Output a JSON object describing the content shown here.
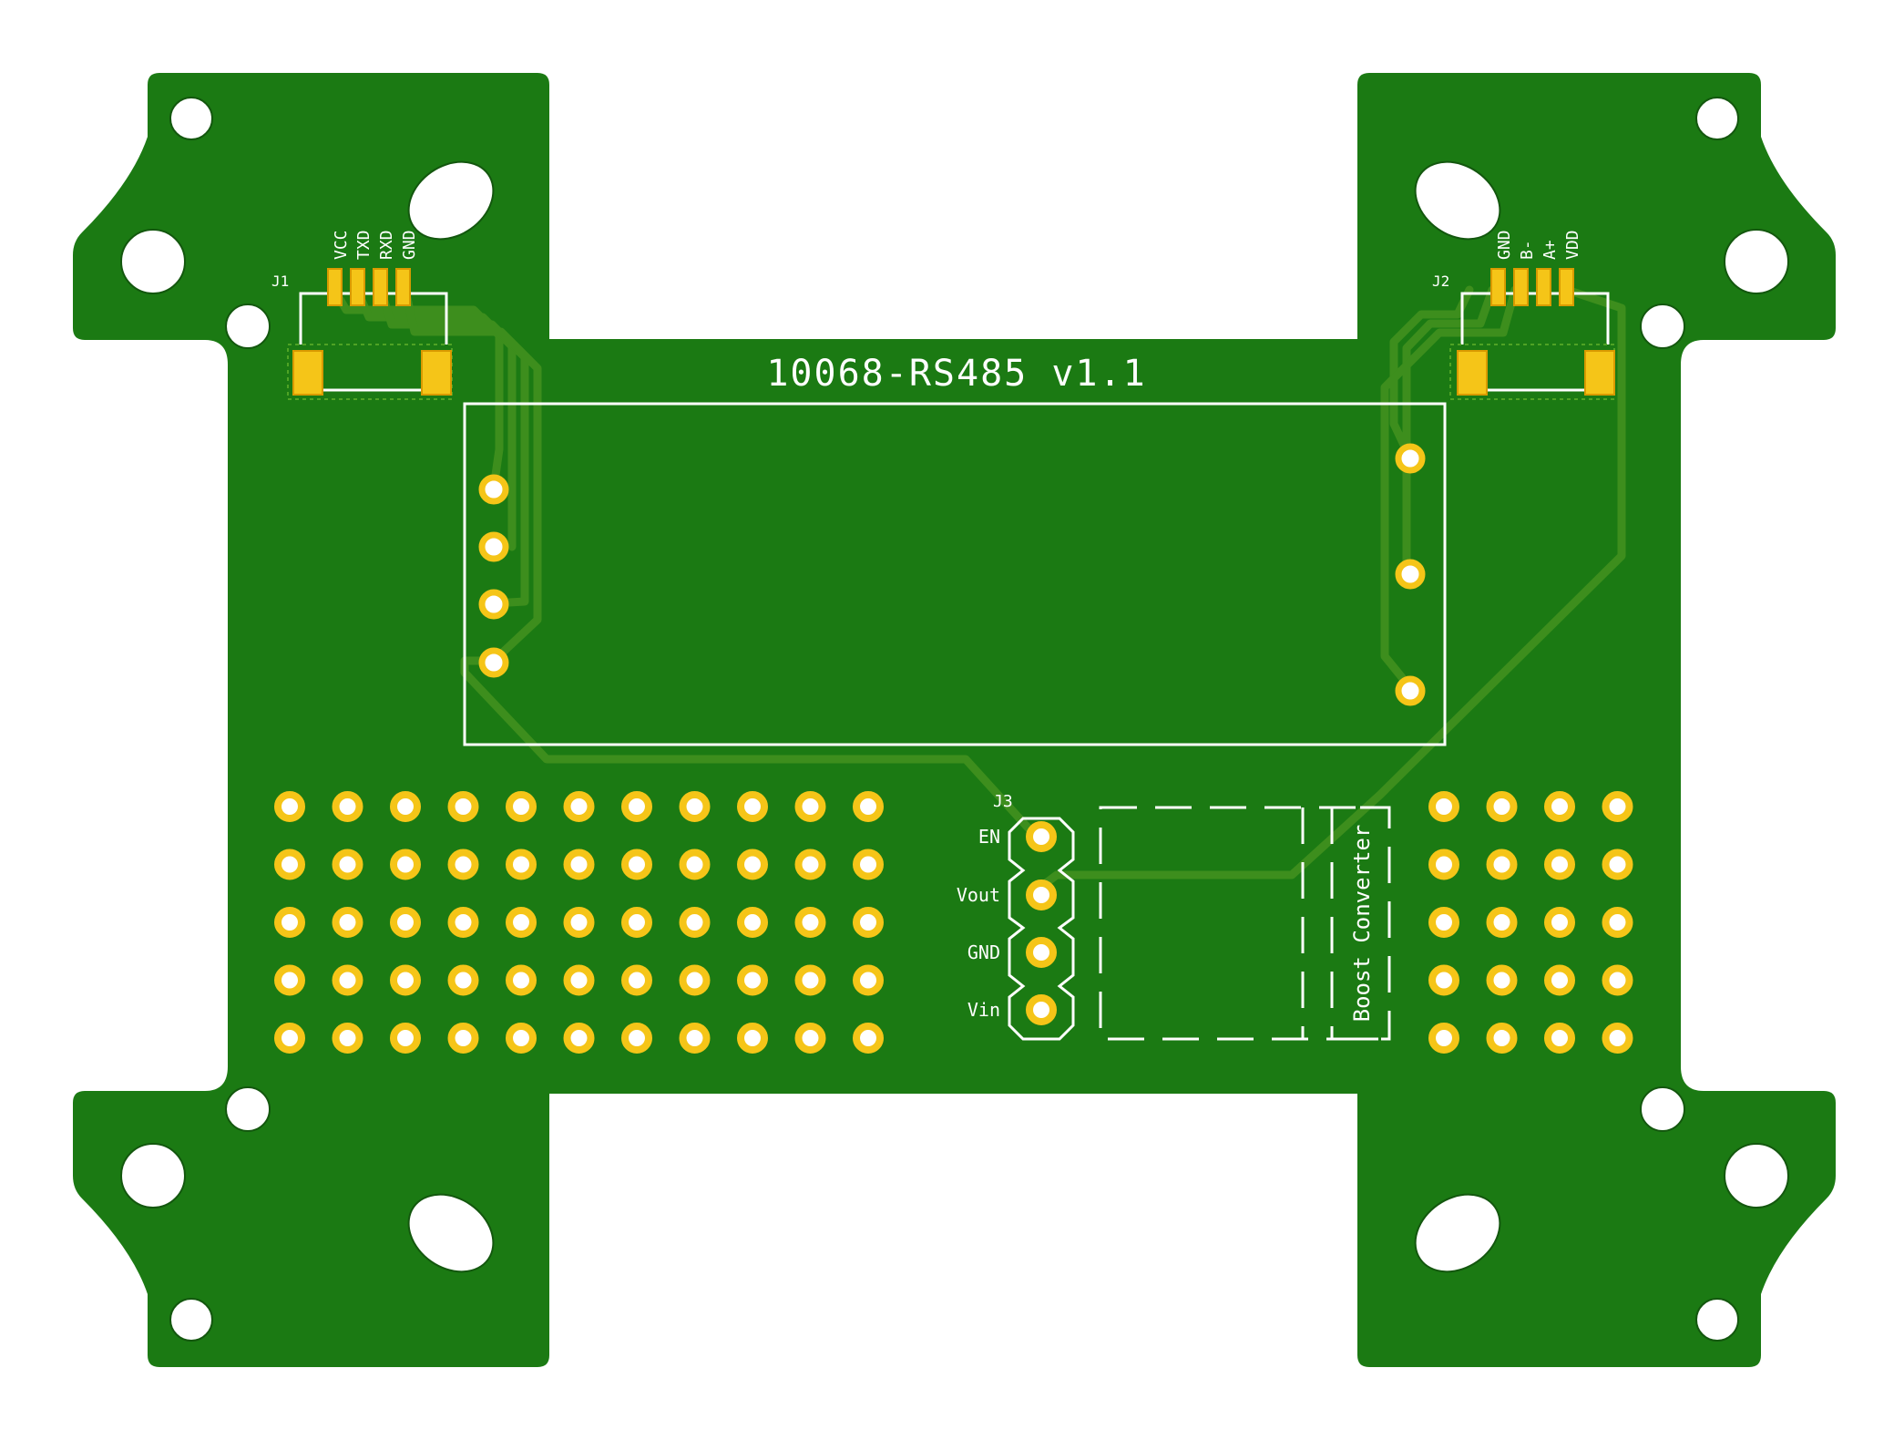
{
  "board": {
    "title": "10068-RS485 v1.1",
    "colors": {
      "background": "#ffffff",
      "copper_fill": "#1b7a13",
      "trace": "#3d8e1d",
      "pad": "#f5c518",
      "silkscreen": "#ffffff"
    }
  },
  "connectors": {
    "j1": {
      "ref": "J1",
      "pins": [
        "VCC",
        "TXD",
        "RXD",
        "GND"
      ]
    },
    "j2": {
      "ref": "J2",
      "pins": [
        "GND",
        "B-",
        "A+",
        "VDD"
      ]
    },
    "j3": {
      "ref": "J3",
      "pins": [
        "EN",
        "Vout",
        "GND",
        "Vin"
      ]
    }
  },
  "module": {
    "boost_label": "Boost Converter"
  },
  "protoboard": {
    "left_grid": {
      "cols": 11,
      "rows": 5
    },
    "right_grid": {
      "cols": 4,
      "rows": 5
    }
  }
}
